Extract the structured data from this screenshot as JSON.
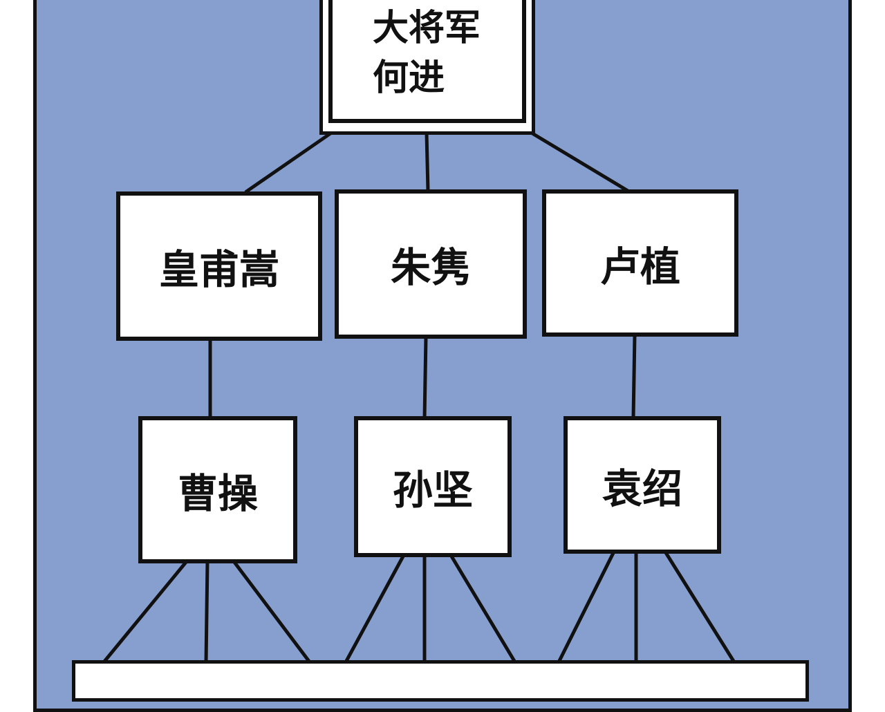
{
  "root": {
    "line1": "大将军",
    "line2": "何进"
  },
  "generals": [
    {
      "name": "皇甫嵩"
    },
    {
      "name": "朱隽"
    },
    {
      "name": "卢植"
    }
  ],
  "subordinates": [
    {
      "name": "曹操"
    },
    {
      "name": "孙坚"
    },
    {
      "name": "袁绍"
    }
  ],
  "colors": {
    "background": "#879fcf",
    "box": "#ffffff",
    "stroke": "#111111"
  }
}
